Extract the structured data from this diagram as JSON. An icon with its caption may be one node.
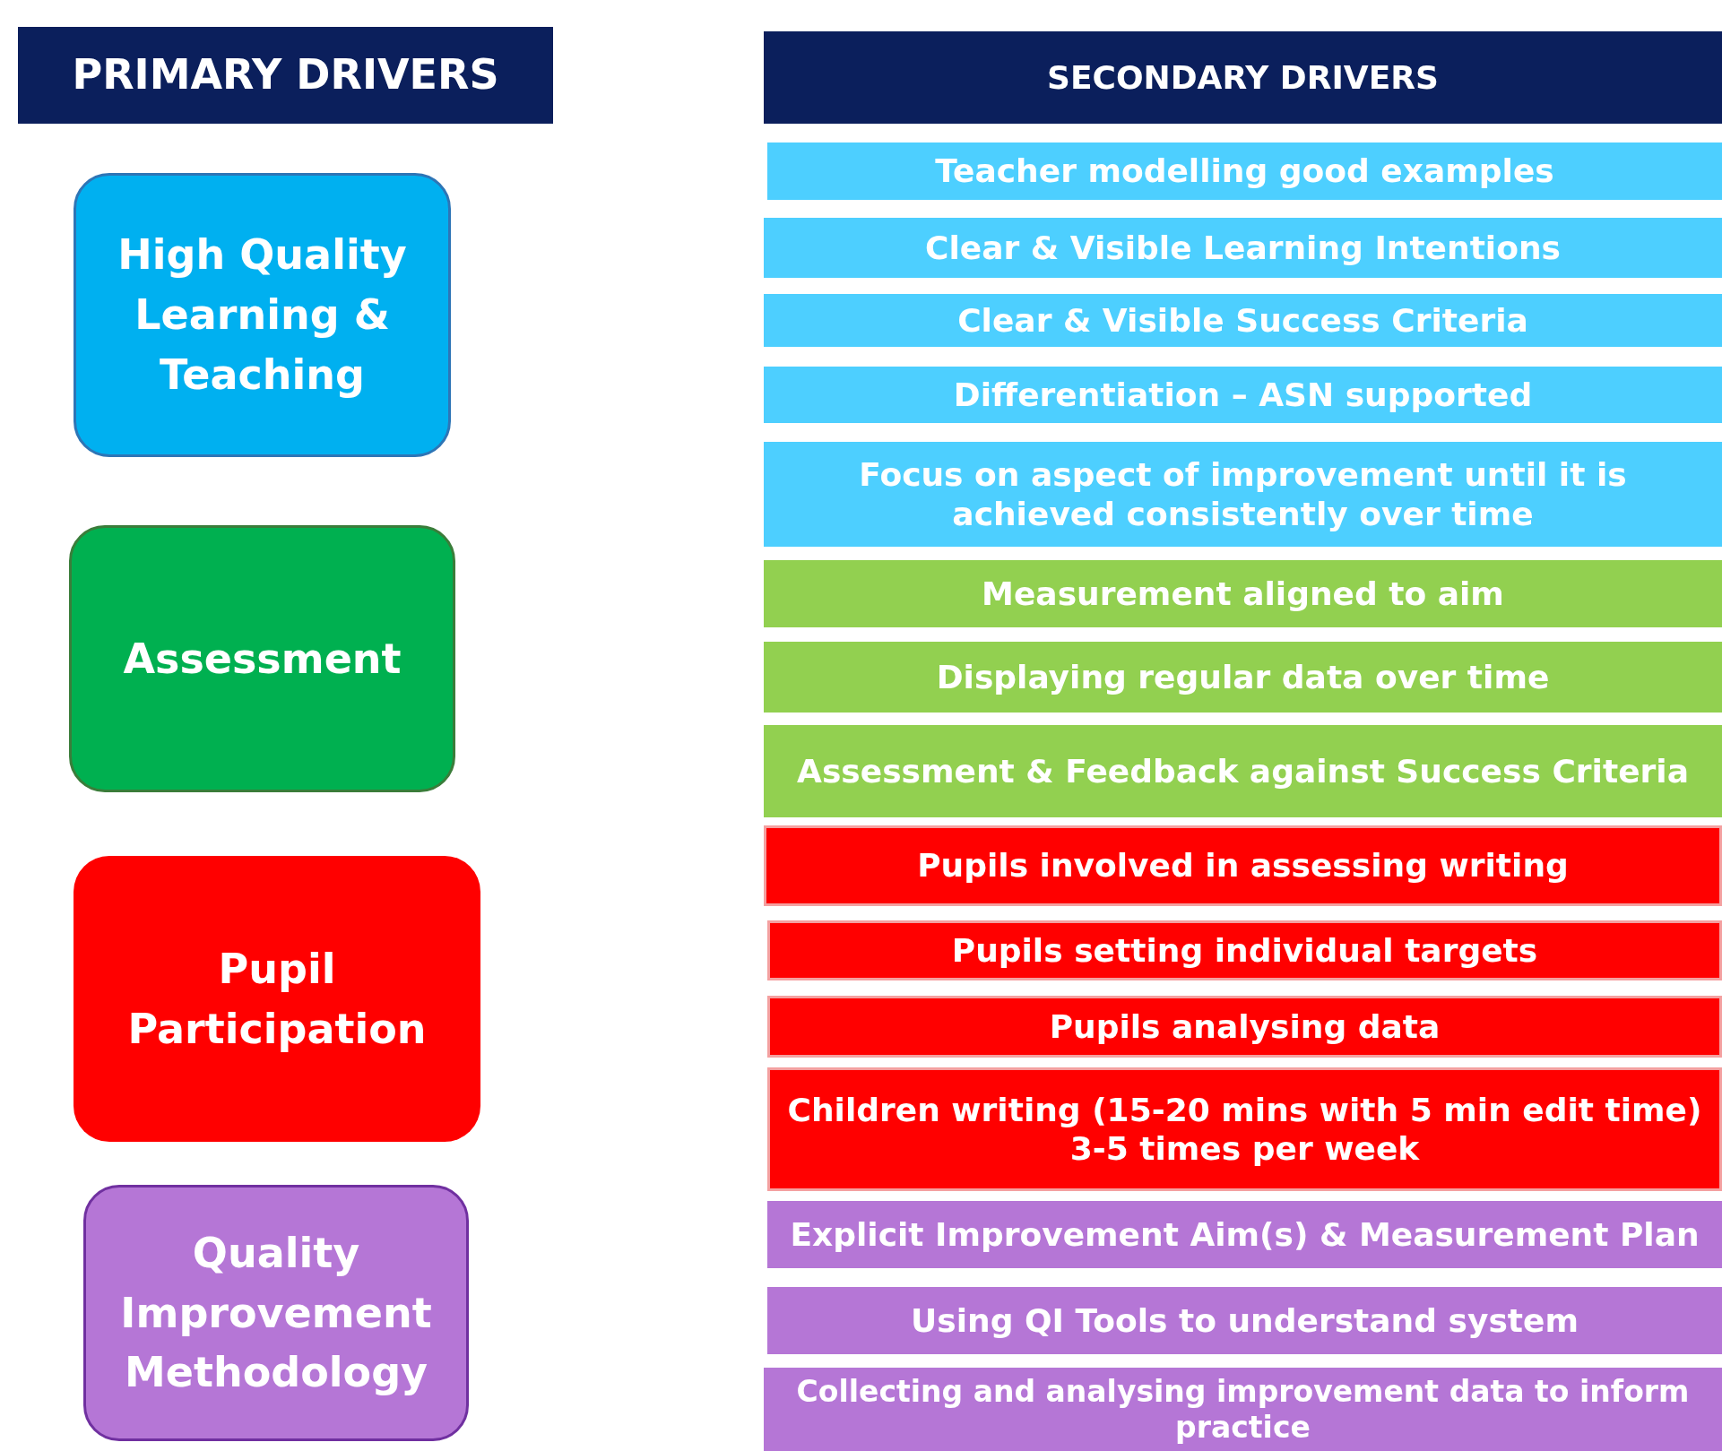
{
  "diagram": {
    "nodes": [
      {
        "text": [
          "PRIMARY DRIVERS"
        ]
      },
      {
        "text": [
          "SECONDARY DRIVERS"
        ]
      },
      {
        "text": [
          "High Quality Learning & Teaching"
        ]
      },
      {
        "text": [
          "Assessment"
        ]
      },
      {
        "text": [
          "Pupil Participation"
        ]
      },
      {
        "text": [
          "Quality Improvement Methodology"
        ]
      },
      {
        "text": [
          "Teacher modelling good examples"
        ]
      },
      {
        "text": [
          "Clear & Visible Learning Intentions"
        ]
      },
      {
        "text": [
          "Clear & Visible Success Criteria"
        ]
      },
      {
        "text": [
          "Differentiation – ASN supported"
        ]
      },
      {
        "text": [
          "Focus on aspect of improvement until it is achieved consistently over time"
        ]
      },
      {
        "text": [
          "Measurement aligned to aim"
        ]
      },
      {
        "text": [
          "Displaying regular data over time"
        ]
      },
      {
        "text": [
          "Assessment & Feedback against Success Criteria"
        ]
      },
      {
        "text": [
          "Pupils involved in assessing writing"
        ]
      },
      {
        "text": [
          "Pupils setting individual targets"
        ]
      },
      {
        "text": [
          "Pupils analysing data"
        ]
      },
      {
        "text": [
          "Children writing (15-20 mins with 5 min edit time) 3-5 times per week"
        ]
      },
      {
        "text": [
          "Explicit Improvement Aim(s) & Measurement Plan"
        ]
      },
      {
        "text": [
          "Using QI Tools to understand system"
        ]
      },
      {
        "text": [
          "Collecting and analysing improvement data to inform practice"
        ]
      }
    ],
    "edges": []
  }
}
